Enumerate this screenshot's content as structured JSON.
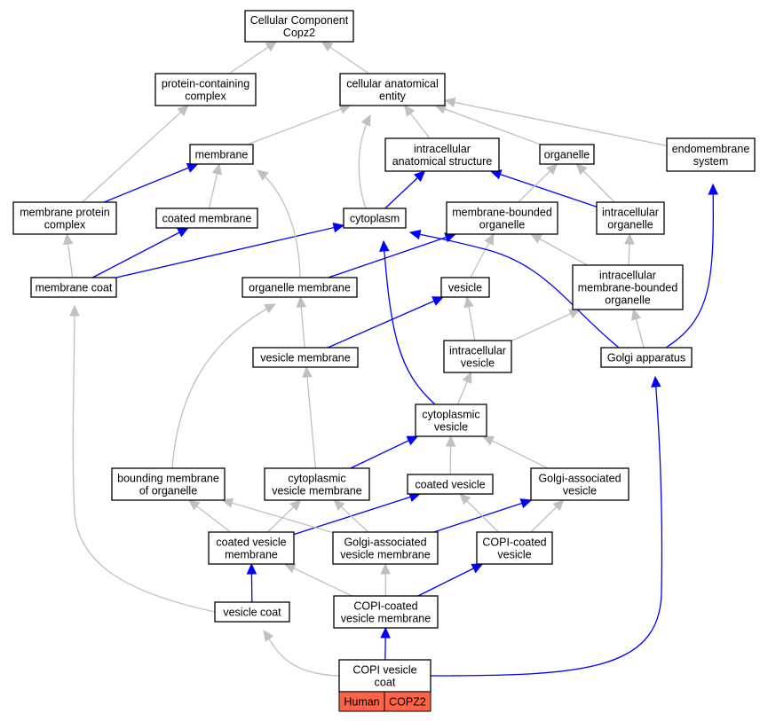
{
  "colors": {
    "is_a": "#c0c0c0",
    "part_of": "#0000ff",
    "highlight": "#ff6347"
  },
  "terms": {
    "cc_copz2": [
      "Cellular Component",
      "Copz2"
    ],
    "protein_complex": [
      "protein-containing",
      "complex"
    ],
    "cell_anat": [
      "cellular anatomical",
      "entity"
    ],
    "membrane": [
      "membrane"
    ],
    "intra_anat": [
      "intracellular",
      "anatomical structure"
    ],
    "organelle": [
      "organelle"
    ],
    "endomembrane": [
      "endomembrane",
      "system"
    ],
    "membrane_protein_complex": [
      "membrane protein",
      "complex"
    ],
    "coated_membrane": [
      "coated membrane"
    ],
    "cytoplasm": [
      "cytoplasm"
    ],
    "membrane_bounded": [
      "membrane-bounded",
      "organelle"
    ],
    "intra_organelle": [
      "intracellular",
      "organelle"
    ],
    "membrane_coat": [
      "membrane coat"
    ],
    "organelle_membrane": [
      "organelle membrane"
    ],
    "vesicle": [
      "vesicle"
    ],
    "intra_mb_organelle": [
      "intracellular",
      "membrane-bounded",
      "organelle"
    ],
    "vesicle_membrane": [
      "vesicle membrane"
    ],
    "intra_vesicle": [
      "intracellular",
      "vesicle"
    ],
    "golgi": [
      "Golgi apparatus"
    ],
    "cyto_vesicle": [
      "cytoplasmic",
      "vesicle"
    ],
    "bounding_membrane": [
      "bounding membrane",
      "of organelle"
    ],
    "cyto_vesicle_membrane": [
      "cytoplasmic",
      "vesicle membrane"
    ],
    "coated_vesicle": [
      "coated vesicle"
    ],
    "golgi_vesicle": [
      "Golgi-associated",
      "vesicle"
    ],
    "coated_vesicle_membrane": [
      "coated vesicle",
      "membrane"
    ],
    "golgi_vesicle_membrane": [
      "Golgi-associated",
      "vesicle membrane"
    ],
    "copi_vesicle": [
      "COPI-coated",
      "vesicle"
    ],
    "vesicle_coat": [
      "vesicle coat"
    ],
    "copi_vesicle_membrane": [
      "COPI-coated",
      "vesicle membrane"
    ],
    "copi_vesicle_coat": [
      "COPI vesicle",
      "coat"
    ]
  },
  "annotation": {
    "species": "Human",
    "gene": "COPZ2"
  },
  "edges": [
    {
      "from": "protein_complex",
      "to": "cc_copz2",
      "type": "is_a"
    },
    {
      "from": "cell_anat",
      "to": "cc_copz2",
      "type": "is_a"
    },
    {
      "from": "membrane",
      "to": "cell_anat",
      "type": "is_a"
    },
    {
      "from": "intra_anat",
      "to": "cell_anat",
      "type": "is_a"
    },
    {
      "from": "organelle",
      "to": "cell_anat",
      "type": "is_a"
    },
    {
      "from": "endomembrane",
      "to": "cell_anat",
      "type": "is_a"
    },
    {
      "from": "cytoplasm",
      "to": "cell_anat",
      "type": "is_a"
    },
    {
      "from": "membrane_protein_complex",
      "to": "protein_complex",
      "type": "is_a"
    },
    {
      "from": "membrane_protein_complex",
      "to": "membrane",
      "type": "part_of"
    },
    {
      "from": "coated_membrane",
      "to": "membrane",
      "type": "is_a"
    },
    {
      "from": "cytoplasm",
      "to": "intra_anat",
      "type": "part_of"
    },
    {
      "from": "intra_organelle",
      "to": "intra_anat",
      "type": "part_of"
    },
    {
      "from": "membrane_bounded",
      "to": "organelle",
      "type": "is_a"
    },
    {
      "from": "intra_organelle",
      "to": "organelle",
      "type": "is_a"
    },
    {
      "from": "membrane_coat",
      "to": "membrane_protein_complex",
      "type": "is_a"
    },
    {
      "from": "membrane_coat",
      "to": "coated_membrane",
      "type": "part_of"
    },
    {
      "from": "membrane_coat",
      "to": "cytoplasm",
      "type": "part_of"
    },
    {
      "from": "organelle_membrane",
      "to": "membrane",
      "type": "is_a"
    },
    {
      "from": "organelle_membrane",
      "to": "membrane_bounded",
      "type": "part_of"
    },
    {
      "from": "vesicle",
      "to": "membrane_bounded",
      "type": "is_a"
    },
    {
      "from": "intra_mb_organelle",
      "to": "membrane_bounded",
      "type": "is_a"
    },
    {
      "from": "intra_mb_organelle",
      "to": "intra_organelle",
      "type": "is_a"
    },
    {
      "from": "vesicle_membrane",
      "to": "organelle_membrane",
      "type": "is_a"
    },
    {
      "from": "vesicle_membrane",
      "to": "vesicle",
      "type": "part_of"
    },
    {
      "from": "intra_vesicle",
      "to": "vesicle",
      "type": "is_a"
    },
    {
      "from": "intra_vesicle",
      "to": "intra_mb_organelle",
      "type": "is_a"
    },
    {
      "from": "golgi",
      "to": "intra_mb_organelle",
      "type": "is_a"
    },
    {
      "from": "golgi",
      "to": "cytoplasm",
      "type": "part_of"
    },
    {
      "from": "golgi",
      "to": "endomembrane",
      "type": "part_of"
    },
    {
      "from": "cyto_vesicle",
      "to": "intra_vesicle",
      "type": "is_a"
    },
    {
      "from": "cyto_vesicle",
      "to": "cytoplasm",
      "type": "part_of"
    },
    {
      "from": "bounding_membrane",
      "to": "organelle_membrane",
      "type": "is_a"
    },
    {
      "from": "cyto_vesicle_membrane",
      "to": "vesicle_membrane",
      "type": "is_a"
    },
    {
      "from": "cyto_vesicle_membrane",
      "to": "cyto_vesicle",
      "type": "part_of"
    },
    {
      "from": "coated_vesicle",
      "to": "cyto_vesicle",
      "type": "is_a"
    },
    {
      "from": "golgi_vesicle",
      "to": "cyto_vesicle",
      "type": "is_a"
    },
    {
      "from": "coated_vesicle_membrane",
      "to": "bounding_membrane",
      "type": "is_a"
    },
    {
      "from": "coated_vesicle_membrane",
      "to": "cyto_vesicle_membrane",
      "type": "is_a"
    },
    {
      "from": "coated_vesicle_membrane",
      "to": "coated_vesicle",
      "type": "part_of"
    },
    {
      "from": "golgi_vesicle_membrane",
      "to": "bounding_membrane",
      "type": "is_a"
    },
    {
      "from": "golgi_vesicle_membrane",
      "to": "cyto_vesicle_membrane",
      "type": "is_a"
    },
    {
      "from": "golgi_vesicle_membrane",
      "to": "golgi_vesicle",
      "type": "part_of"
    },
    {
      "from": "copi_vesicle",
      "to": "coated_vesicle",
      "type": "is_a"
    },
    {
      "from": "copi_vesicle",
      "to": "golgi_vesicle",
      "type": "is_a"
    },
    {
      "from": "vesicle_coat",
      "to": "membrane_coat",
      "type": "is_a"
    },
    {
      "from": "vesicle_coat",
      "to": "coated_vesicle_membrane",
      "type": "part_of"
    },
    {
      "from": "copi_vesicle_membrane",
      "to": "coated_vesicle_membrane",
      "type": "is_a"
    },
    {
      "from": "copi_vesicle_membrane",
      "to": "golgi_vesicle_membrane",
      "type": "is_a"
    },
    {
      "from": "copi_vesicle_membrane",
      "to": "copi_vesicle",
      "type": "part_of"
    },
    {
      "from": "copi_vesicle_coat",
      "to": "vesicle_coat",
      "type": "is_a"
    },
    {
      "from": "copi_vesicle_coat",
      "to": "copi_vesicle_membrane",
      "type": "part_of"
    },
    {
      "from": "copi_vesicle_coat",
      "to": "golgi",
      "type": "part_of"
    }
  ]
}
